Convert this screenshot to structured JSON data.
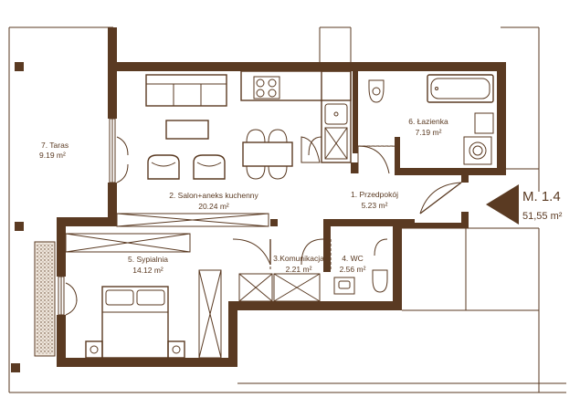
{
  "unit": {
    "number": "M. 1.4",
    "area": "51,55 m²"
  },
  "rooms": {
    "taras": {
      "name": "7. Taras",
      "area": "9.19 m²"
    },
    "salon": {
      "name": "2. Salon+aneks kuchenny",
      "area": "20.24 m²"
    },
    "lazienka": {
      "name": "6. Łazienka",
      "area": "7.19 m²"
    },
    "przedpokoj": {
      "name": "1. Przedpokój",
      "area": "5.23 m²"
    },
    "sypialnia": {
      "name": "5. Sypialnia",
      "area": "14.12 m²"
    },
    "komunikacja": {
      "name": "3.Komunikacja",
      "area": "2.21 m²"
    },
    "wc": {
      "name": "4. WC",
      "area": "2.56 m²"
    }
  },
  "colors": {
    "wall": "#5a3a22",
    "background": "#ffffff"
  }
}
